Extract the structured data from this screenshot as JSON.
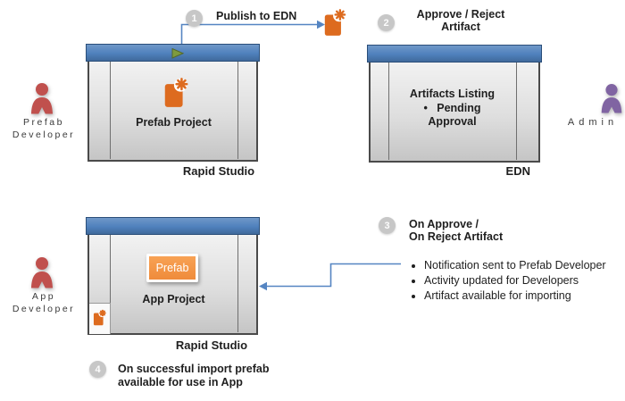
{
  "colors": {
    "accent_blue": "#4F81BD",
    "connector_blue": "#5585C2",
    "person_red": "#C0504D",
    "person_purple": "#8064A2",
    "doc_orange": "#DD6B1F",
    "button_orange": "#F0893C",
    "play_green": "#7E9B3F",
    "step_circle_gray": "#C7C7C7",
    "text_dark": "#1F1F1F"
  },
  "steps": [
    {
      "number": "1",
      "lines": [
        "Publish to EDN"
      ]
    },
    {
      "number": "2",
      "lines": [
        "Approve / Reject",
        "Artifact"
      ]
    },
    {
      "number": "3",
      "lines": [
        "On Approve /",
        "On Reject Artifact"
      ]
    },
    {
      "number": "4",
      "lines": [
        "On successful import prefab",
        "available for use in App"
      ]
    }
  ],
  "actors": {
    "prefab_developer": {
      "line1": "Prefab",
      "line2": "Developer"
    },
    "admin": {
      "line1": "Admin"
    },
    "app_developer": {
      "line1": "App",
      "line2": "Developer"
    }
  },
  "windows": {
    "rapid_studio_top": {
      "project_label": "Prefab Project",
      "caption": "Rapid Studio"
    },
    "edn": {
      "line1": "Artifacts Listing",
      "line2": "•   Pending",
      "line3": "Approval",
      "caption": "EDN"
    },
    "rapid_studio_bottom": {
      "button_label": "Prefab",
      "project_label": "App Project",
      "caption": "Rapid Studio"
    }
  },
  "outcome_bullets": [
    "Notification sent to Prefab Developer",
    "Activity updated for Developers",
    "Artifact available for importing"
  ],
  "icons": {
    "play": "▶",
    "new_artifact": "✳",
    "person": "👤"
  }
}
